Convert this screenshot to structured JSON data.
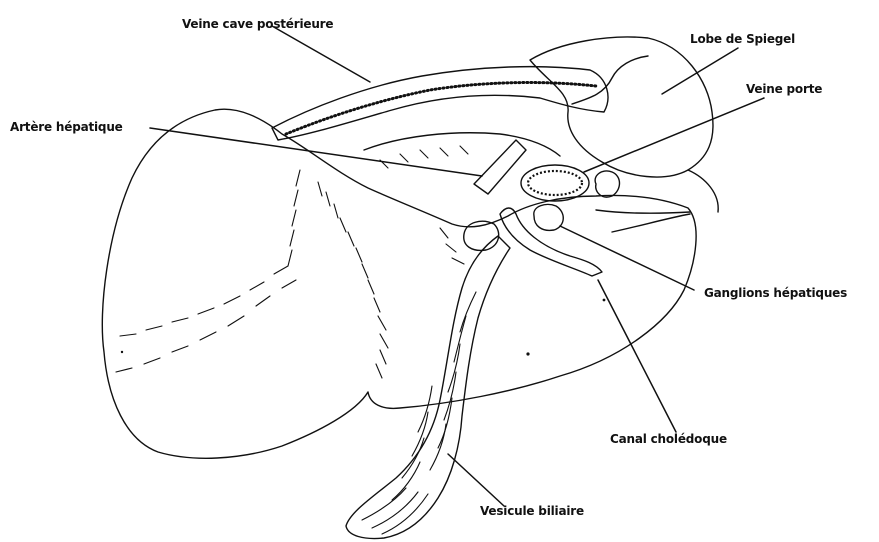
{
  "labels": {
    "veine_cave": "Veine cave postérieure",
    "lobe_spiegel": "Lobe de Spiegel",
    "veine_porte": "Veine porte",
    "artere_hepatique": "Artère hépatique",
    "ganglions": "Ganglions hépatiques",
    "canal": "Canal cholédoque",
    "vesicule": "Vesicule biliaire"
  },
  "colors": {
    "ink": "#111111",
    "background": "#ffffff"
  }
}
